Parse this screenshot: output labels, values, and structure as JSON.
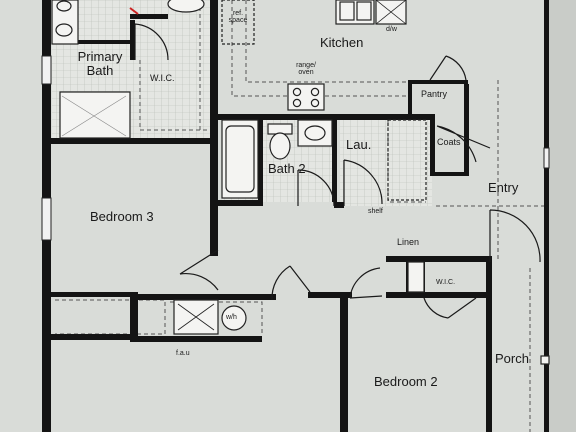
{
  "plan": {
    "rooms": {
      "kitchen": "Kitchen",
      "primary_bath_line1": "Primary",
      "primary_bath_line2": "Bath",
      "wic_primary": "W.I.C.",
      "bath2": "Bath 2",
      "laundry": "Lau.",
      "pantry": "Pantry",
      "coats": "Coats",
      "entry": "Entry",
      "bedroom3": "Bedroom 3",
      "linen": "Linen",
      "wic_small": "W.I.C.",
      "bedroom2": "Bedroom 2",
      "porch": "Porch"
    },
    "fixtures": {
      "ref_space_line1": "ref.",
      "ref_space_line2": "space",
      "range_oven_line1": "range/",
      "range_oven_line2": "oven",
      "dw": "d/w",
      "shelf": "shelf",
      "wh": "w/h",
      "fau": "f.a.u"
    },
    "colors": {
      "paper": "#d9dcd8",
      "wall": "#141414"
    }
  }
}
